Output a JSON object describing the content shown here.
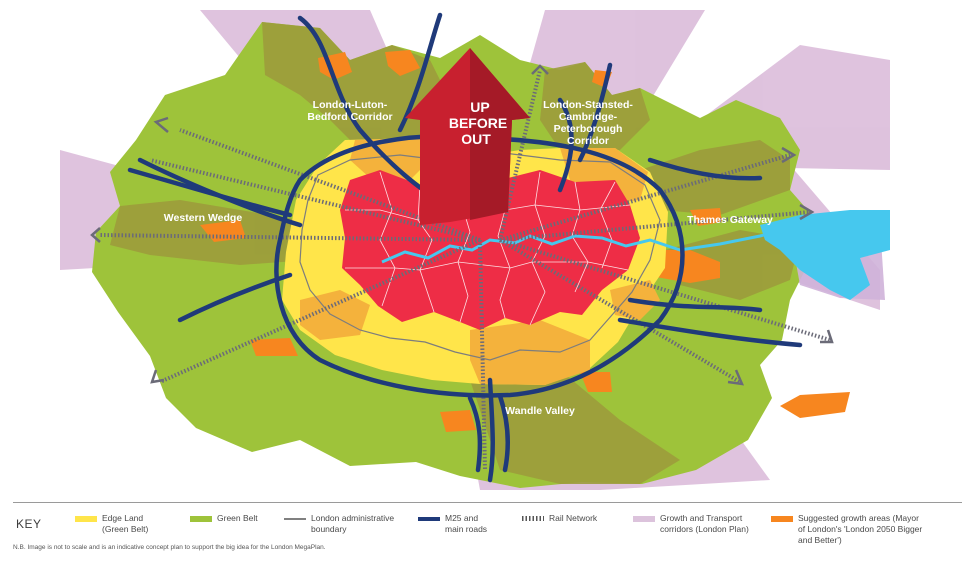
{
  "map": {
    "arrow_label_lines": [
      "UP",
      "BEFORE",
      "OUT"
    ],
    "corridor_labels": {
      "luton": [
        "London-Luton-",
        "Bedford Corridor"
      ],
      "stansted": [
        "London-Stansted-",
        "Cambridge-",
        "Peterborough",
        "Corridor"
      ],
      "western": [
        "Western Wedge"
      ],
      "thames": [
        "Thames Gateway"
      ],
      "wandle": [
        "Wandle Valley"
      ]
    },
    "colors": {
      "corridor": "#d9b8d8",
      "green_belt": "#9ec33a",
      "olive": "#9c9c3c",
      "edge_land": "#ffe54a",
      "edge_orange": "#f4b23c",
      "growth_orange": "#f7861f",
      "core_red": "#ee2d46",
      "roads": "#1f3a7a",
      "rail": "#6b6b78",
      "river": "#46c8ee",
      "arrow": "#c8202f"
    }
  },
  "key": {
    "title": "KEY",
    "items": [
      {
        "lines": [
          "Edge Land",
          "(Green Belt)"
        ],
        "swatch": "#ffe54a",
        "type": "fill"
      },
      {
        "lines": [
          "Green Belt"
        ],
        "swatch": "#9ec33a",
        "type": "fill"
      },
      {
        "lines": [
          "London administrative",
          "boundary"
        ],
        "swatch": "#808080",
        "type": "line"
      },
      {
        "lines": [
          "M25 and",
          "main roads"
        ],
        "swatch": "#1f3a7a",
        "type": "thick"
      },
      {
        "lines": [
          "Rail Network"
        ],
        "swatch": "#555555",
        "type": "rail"
      },
      {
        "lines": [
          "Growth and Transport",
          "corridors (London Plan)"
        ],
        "swatch": "#dcc3dc",
        "type": "fill"
      },
      {
        "lines": [
          "Suggested growth areas (Mayor",
          "of London's 'London 2050 Bigger",
          "and Better')"
        ],
        "swatch": "#f7861f",
        "type": "fill"
      }
    ],
    "note": "N.B. Image is not to scale and is an indicative concept plan to support the big idea for the London MegaPlan."
  }
}
